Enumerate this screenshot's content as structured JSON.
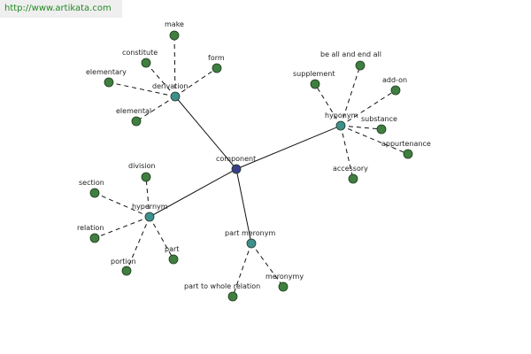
{
  "site_url": "http://www.artikata.com",
  "colors": {
    "center_node": "#3b3e8c",
    "category_node": "#3f8f8f",
    "leaf_node": "#3f7f3f",
    "url_text": "#228822"
  },
  "graph": {
    "center": {
      "id": "component",
      "label": "component"
    },
    "categories": [
      {
        "id": "derivation",
        "label": "derivation",
        "leaves": [
          "make",
          "constitute",
          "form",
          "elementary",
          "elemental"
        ]
      },
      {
        "id": "hyponym",
        "label": "hyponym",
        "leaves": [
          "be all and end all",
          "supplement",
          "add-on",
          "substance",
          "appurtenance",
          "accessory"
        ]
      },
      {
        "id": "hypernym",
        "label": "hypernym",
        "leaves": [
          "division",
          "section",
          "relation",
          "portion",
          "part"
        ]
      },
      {
        "id": "part-meronym",
        "label": "part meronym",
        "leaves": [
          "part to whole relation",
          "meronymy"
        ]
      }
    ]
  }
}
